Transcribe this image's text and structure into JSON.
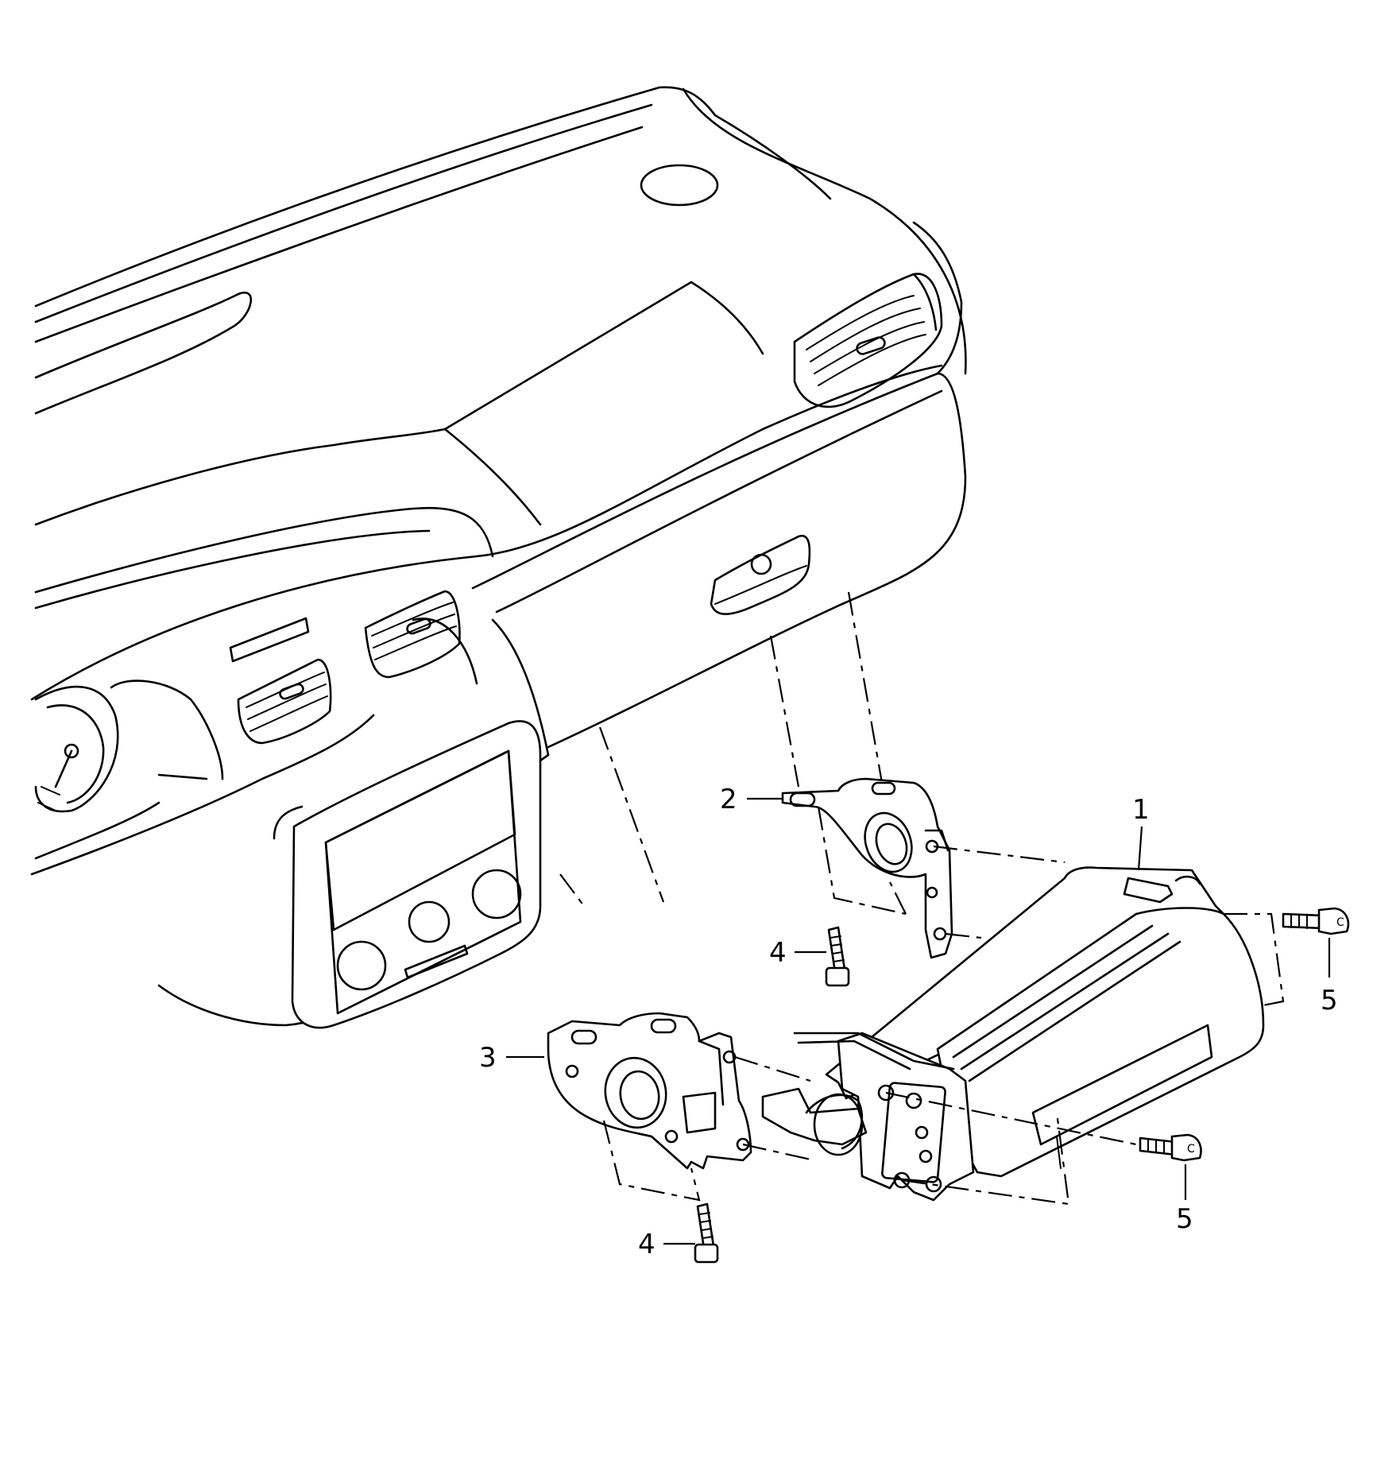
{
  "callouts": [
    {
      "id": "p1",
      "text": "1"
    },
    {
      "id": "p2",
      "text": "2"
    },
    {
      "id": "p3",
      "text": "3"
    },
    {
      "id": "p4a",
      "text": "4"
    },
    {
      "id": "p4b",
      "text": "4"
    },
    {
      "id": "p5a",
      "text": "5"
    },
    {
      "id": "p5b",
      "text": "5"
    }
  ],
  "colors": {
    "line": "#000000",
    "background": "#ffffff"
  }
}
